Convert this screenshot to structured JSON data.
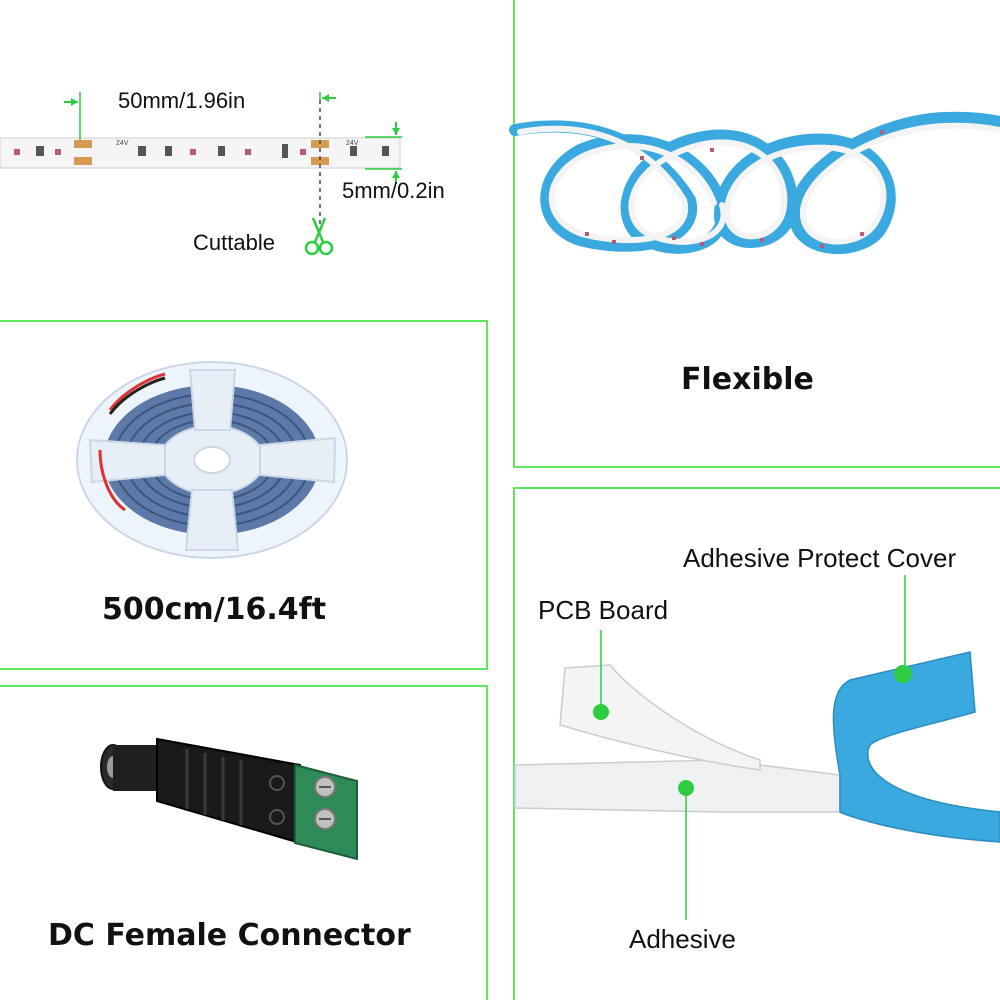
{
  "dimensions": {
    "length_label": "50mm/1.96in",
    "width_label": "5mm/0.2in",
    "cut_label": "Cuttable"
  },
  "strip_markings": {
    "voltage": "24V"
  },
  "panels": {
    "flexible": "Flexible",
    "reel": "500cm/16.4ft",
    "connector": "DC Female Connector"
  },
  "layers": {
    "cover": "Adhesive Protect Cover",
    "pcb": "PCB Board",
    "adhesive": "Adhesive"
  },
  "colors": {
    "frame": "#5ee85e",
    "accent": "#2ecc40",
    "strip_tape": "#3aa9e0",
    "pcb": "#f2f2f2"
  }
}
